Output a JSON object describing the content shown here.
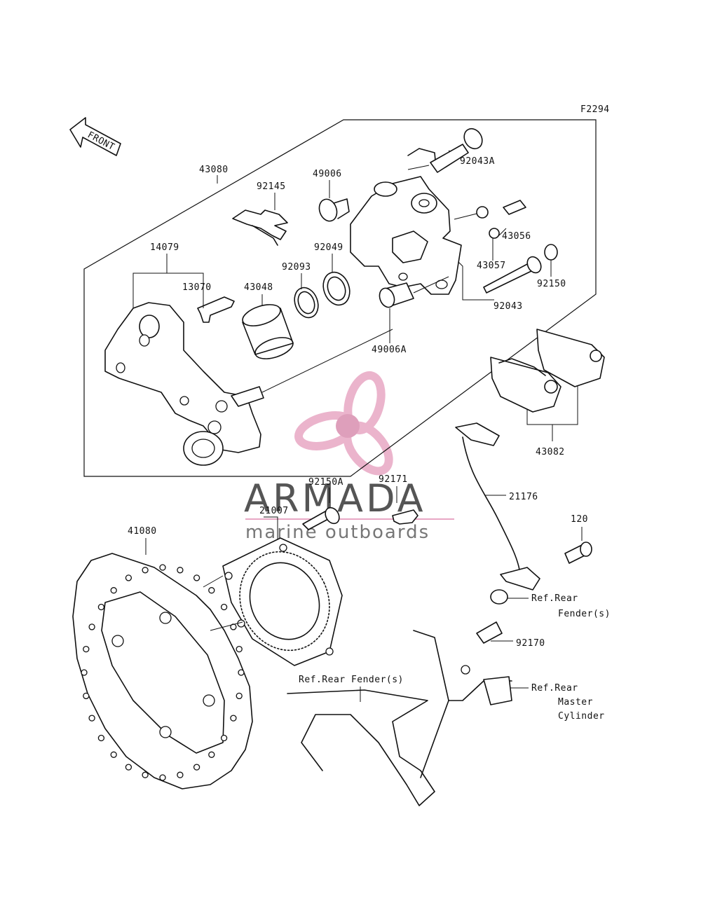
{
  "figure_id": "F2294",
  "front_marker": "FRONT",
  "watermark": {
    "brand": "ARMADA",
    "tagline": "marine outboards",
    "logo_color": "#e8a7c4",
    "text_color": "#555555"
  },
  "parts": {
    "p43080": "43080",
    "p92145": "92145",
    "p49006": "49006",
    "p92043A": "92043A",
    "p14079": "14079",
    "p13070": "13070",
    "p43048": "43048",
    "p92093": "92093",
    "p92049": "92049",
    "p43056": "43056",
    "p43057": "43057",
    "p92150": "92150",
    "p92043": "92043",
    "p49006A": "49006A",
    "p43082": "43082",
    "p92150A": "92150A",
    "p92171": "92171",
    "p21007": "21007",
    "p21176": "21176",
    "p41080": "41080",
    "p120": "120",
    "p92170": "92170"
  },
  "refs": {
    "rear_fender_line1": "Ref.Rear",
    "rear_fender_line2": "Fender(s)",
    "rear_fender_bottom": "Ref.Rear Fender(s)",
    "master_line1": "Ref.Rear",
    "master_line2": "Master",
    "master_line3": "Cylinder"
  }
}
